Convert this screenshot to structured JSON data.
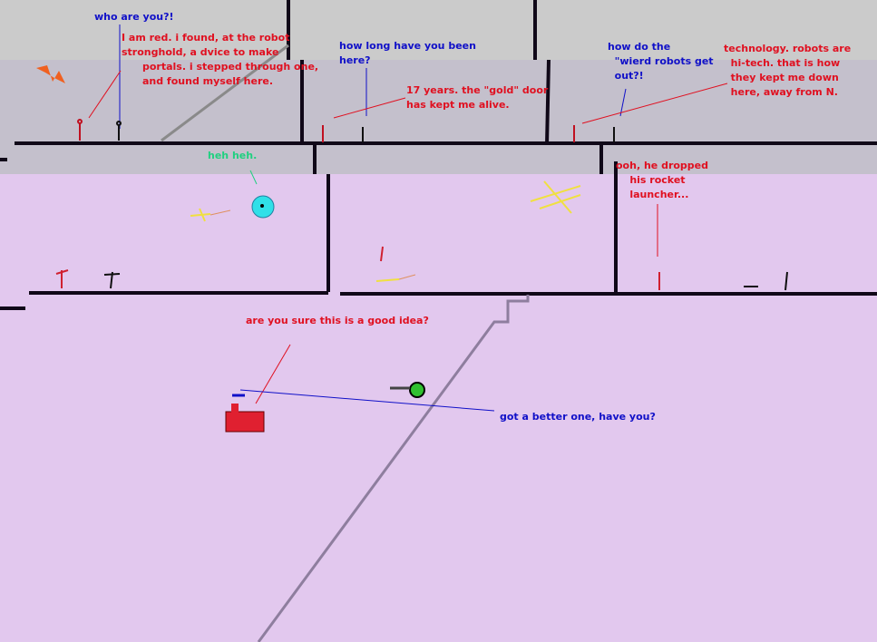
{
  "colors": {
    "speech_blue": "#1010c8",
    "speech_red": "#e01020",
    "speech_green": "#20d080",
    "top_bg": "#cbcbcb",
    "upper_bg": "#c4c0cc",
    "lower_bg": "#e2c8ee"
  },
  "panel1": {
    "q": "who are you?!",
    "a": "I am red. i found, at the robot\nstronghold, a dvice to make\n      portals. i stepped through one,\n      and found myself here."
  },
  "panel2": {
    "q": "how long have you been\nhere?",
    "a": "17 years. the \"gold\" door\nhas kept me alive."
  },
  "panel3": {
    "q": "how do the\n  \"wierd robots get\n  out?!",
    "a": "technology. robots are\n  hi-tech. that is how\n  they kept me down\n  here, away from N."
  },
  "panel4": {
    "robot": "heh heh."
  },
  "panel6": {
    "caption": "ooh, he dropped\n    his rocket\n    launcher..."
  },
  "panel7": {
    "red": "are you sure this is a good idea?",
    "blue": "got a better one, have you?"
  }
}
